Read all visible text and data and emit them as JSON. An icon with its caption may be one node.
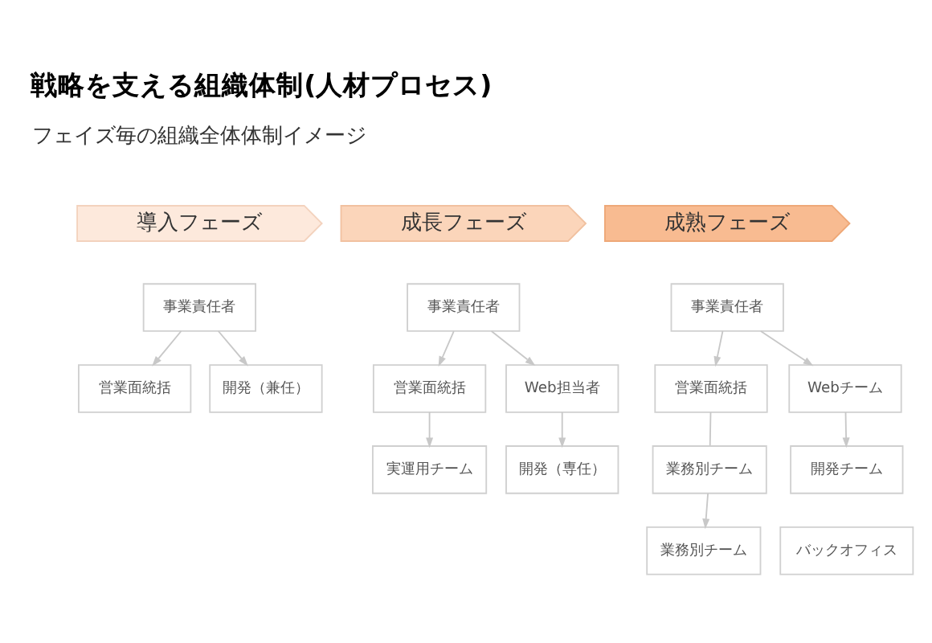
{
  "diagram": {
    "title": "戦略を支える組織体制(人材プロセス)",
    "nodes": [
      {
        "text": [
          "導入フェーズ"
        ]
      },
      {
        "text": [
          "成長フェーズ"
        ]
      },
      {
        "text": [
          "成熟フェーズ"
        ]
      },
      {
        "text": [
          "事業責任者"
        ]
      },
      {
        "text": [
          "営業面統括"
        ]
      },
      {
        "text": [
          "開発（兼任）"
        ]
      },
      {
        "text": [
          "事業責任者"
        ]
      },
      {
        "text": [
          "営業面統括"
        ]
      },
      {
        "text": [
          "Web担当者"
        ]
      },
      {
        "text": [
          "実運用チーム"
        ]
      },
      {
        "text": [
          "開発（専任）"
        ]
      },
      {
        "text": [
          "事業責任者"
        ]
      },
      {
        "text": [
          "営業面統括"
        ]
      },
      {
        "text": [
          "Webチーム"
        ]
      },
      {
        "text": [
          "業務別チーム"
        ]
      },
      {
        "text": [
          "開発チーム"
        ]
      },
      {
        "text": [
          "業務別チーム"
        ]
      },
      {
        "text": [
          "バックオフィス"
        ]
      }
    ],
    "edges": [
      {
        "from": 3,
        "to": 4,
        "arrow": "to"
      },
      {
        "from": 3,
        "to": 5,
        "arrow": "to"
      },
      {
        "from": 6,
        "to": 7,
        "arrow": "to"
      },
      {
        "from": 6,
        "to": 8,
        "arrow": "to"
      },
      {
        "from": 7,
        "to": 9,
        "arrow": "to"
      },
      {
        "from": 8,
        "to": 10,
        "arrow": "to"
      },
      {
        "from": 11,
        "to": 12,
        "arrow": "to"
      },
      {
        "from": 11,
        "to": 13,
        "arrow": "to"
      },
      {
        "from": 12,
        "to": 14,
        "arrow": "none"
      },
      {
        "from": 13,
        "to": 15,
        "arrow": "to"
      },
      {
        "from": 14,
        "to": 16,
        "arrow": "to"
      }
    ],
    "labels": [
      "フェイズ毎の組織全体体制イメージ"
    ]
  }
}
